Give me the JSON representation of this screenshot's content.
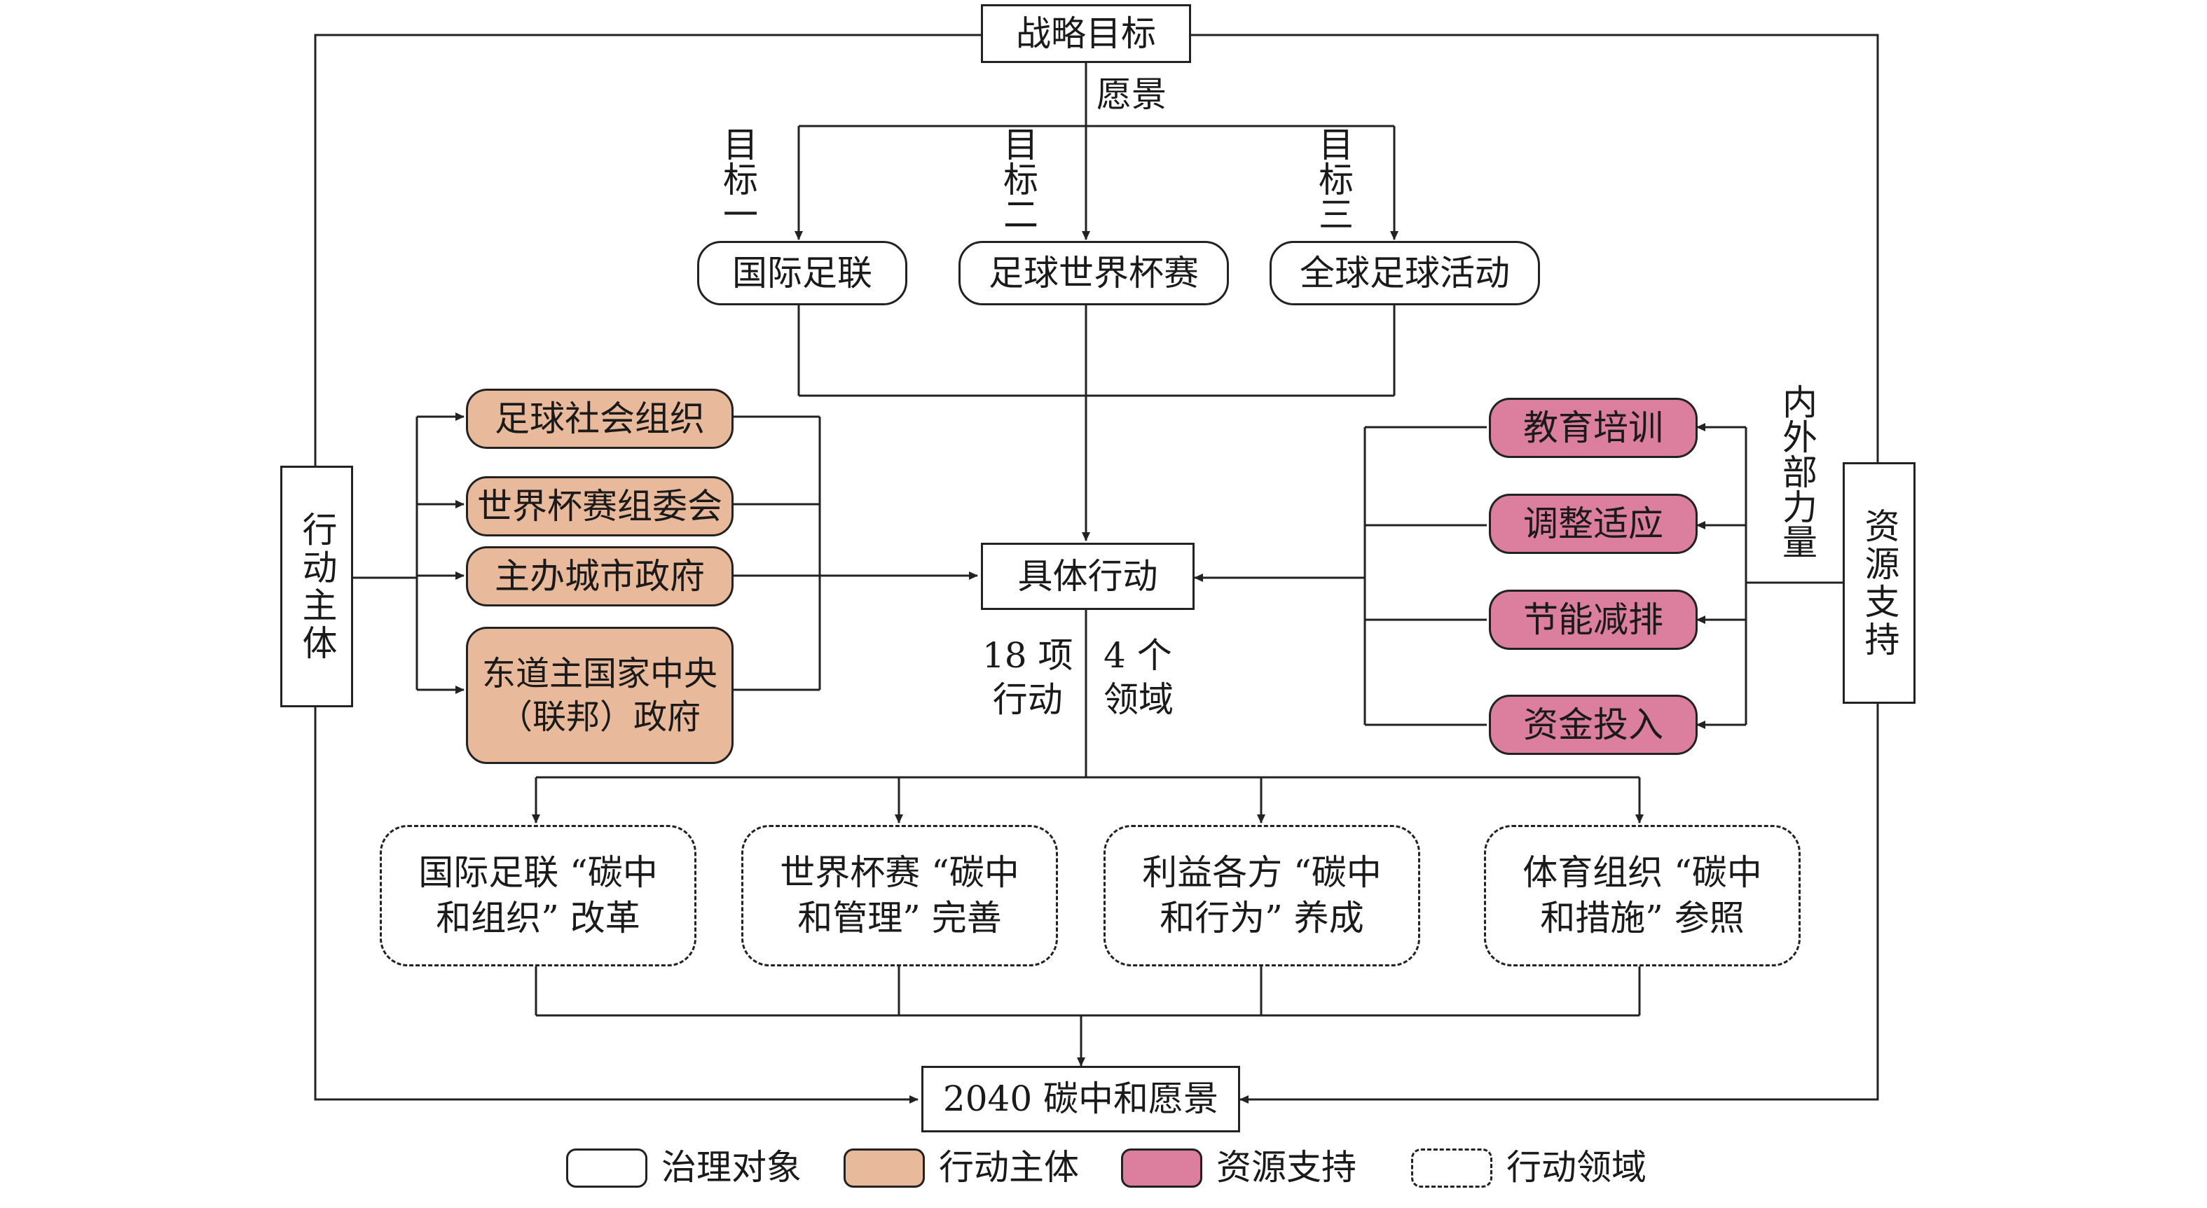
{
  "strategic_goal": "战略目标",
  "vision_label": "愿景",
  "targets": [
    {
      "label": "目标一",
      "node": "国际足联"
    },
    {
      "label": "目标二",
      "node": "足球世界杯赛"
    },
    {
      "label": "目标三",
      "node": "全球足球活动"
    }
  ],
  "actors_title": "行动主体",
  "actors": [
    "足球社会组织",
    "世界杯赛组委会",
    "主办城市政府",
    "东道主国家中央\n（联邦）政府"
  ],
  "concrete_action": "具体行动",
  "actions_count": "18 项\n行动",
  "domains_count": "4 个\n领域",
  "resources_title": "资源支持",
  "forces_label": "内外部力量",
  "resources": [
    "教育培训",
    "调整适应",
    "节能减排",
    "资金投入"
  ],
  "domains": [
    "国际足联 “碳中\n和组织” 改革",
    "世界杯赛 “碳中\n和管理” 完善",
    "利益各方 “碳中\n和行为” 养成",
    "体育组织 “碳中\n和措施” 参照"
  ],
  "vision_2040": "2040 碳中和愿景",
  "legend": [
    {
      "label": "治理对象",
      "style": "solid"
    },
    {
      "label": "行动主体",
      "style": "actor"
    },
    {
      "label": "资源支持",
      "style": "resource"
    },
    {
      "label": "行动领域",
      "style": "dashed"
    }
  ],
  "colors": {
    "actor": "#e9b99b",
    "resource": "#dc7f9e",
    "line": "#222222"
  }
}
